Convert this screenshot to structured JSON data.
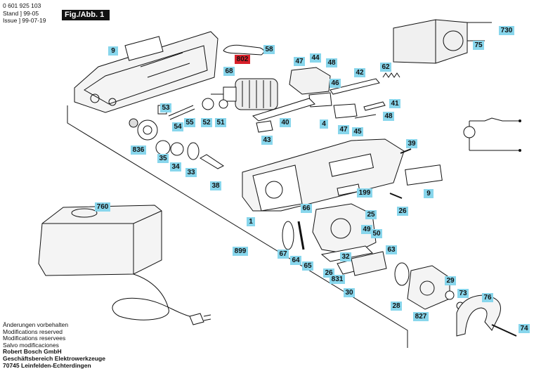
{
  "header": {
    "part_number": "0 601 925 103",
    "stand_label": "Stand",
    "stand_date": "99-05",
    "issue_label": "Issue",
    "issue_date": "99-07-19",
    "figure_tag": "Fig./Abb. 1"
  },
  "part_labels": [
    "9",
    "58",
    "802",
    "68",
    "47",
    "44",
    "48",
    "42",
    "62",
    "46",
    "730",
    "75",
    "53",
    "54",
    "55",
    "52",
    "51",
    "40",
    "4",
    "41",
    "48",
    "45",
    "47",
    "39",
    "43",
    "836",
    "35",
    "34",
    "33",
    "38",
    "1",
    "199",
    "9",
    "26",
    "760",
    "66",
    "25",
    "49",
    "50",
    "67",
    "64",
    "65",
    "63",
    "32",
    "26",
    "831",
    "30",
    "28",
    "899",
    "29",
    "73",
    "76",
    "827",
    "74"
  ],
  "footer": {
    "line1": "Änderungen vorbehalten",
    "line2": "Modifications reserved",
    "line3": "Modifications reservees",
    "line4": "Salvo modificaciones",
    "line5": "Robert Bosch GmbH",
    "line6": "Geschäftsbereich Elektrowerkzeuge",
    "line7": "70745 Leinfelden-Echterdingen"
  },
  "colors": {
    "label_bg": "#88d6ec",
    "highlight_bg": "#d8202a",
    "line": "#111111"
  }
}
